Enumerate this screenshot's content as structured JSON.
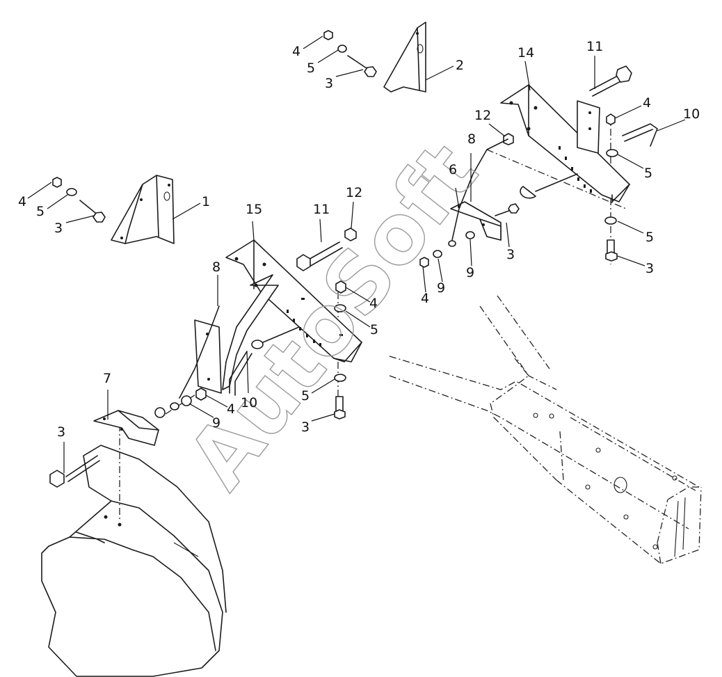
{
  "watermark": "AutoSoft",
  "callouts": [
    {
      "id": "c1",
      "label": "4"
    },
    {
      "id": "c2",
      "label": "5"
    },
    {
      "id": "c3",
      "label": "3"
    },
    {
      "id": "c4",
      "label": "2"
    },
    {
      "id": "c5",
      "label": "4"
    },
    {
      "id": "c6",
      "label": "5"
    },
    {
      "id": "c7",
      "label": "3"
    },
    {
      "id": "c8",
      "label": "1"
    },
    {
      "id": "c9",
      "label": "14"
    },
    {
      "id": "c10",
      "label": "11"
    },
    {
      "id": "c11",
      "label": "4"
    },
    {
      "id": "c12",
      "label": "10"
    },
    {
      "id": "c13",
      "label": "12"
    },
    {
      "id": "c14",
      "label": "8"
    },
    {
      "id": "c15",
      "label": "5"
    },
    {
      "id": "c16",
      "label": "6"
    },
    {
      "id": "c17",
      "label": "5"
    },
    {
      "id": "c18",
      "label": "3"
    },
    {
      "id": "c19",
      "label": "3"
    },
    {
      "id": "c20",
      "label": "15"
    },
    {
      "id": "c21",
      "label": "11"
    },
    {
      "id": "c22",
      "label": "12"
    },
    {
      "id": "c23",
      "label": "8"
    },
    {
      "id": "c24",
      "label": "4"
    },
    {
      "id": "c25",
      "label": "9"
    },
    {
      "id": "c26",
      "label": "4"
    },
    {
      "id": "c27",
      "label": "9"
    },
    {
      "id": "c28",
      "label": "5"
    },
    {
      "id": "c29",
      "label": "7"
    },
    {
      "id": "c30",
      "label": "10"
    },
    {
      "id": "c31",
      "label": "4"
    },
    {
      "id": "c32",
      "label": "9"
    },
    {
      "id": "c33",
      "label": "5"
    },
    {
      "id": "c34",
      "label": "3"
    },
    {
      "id": "c35",
      "label": "3"
    }
  ]
}
